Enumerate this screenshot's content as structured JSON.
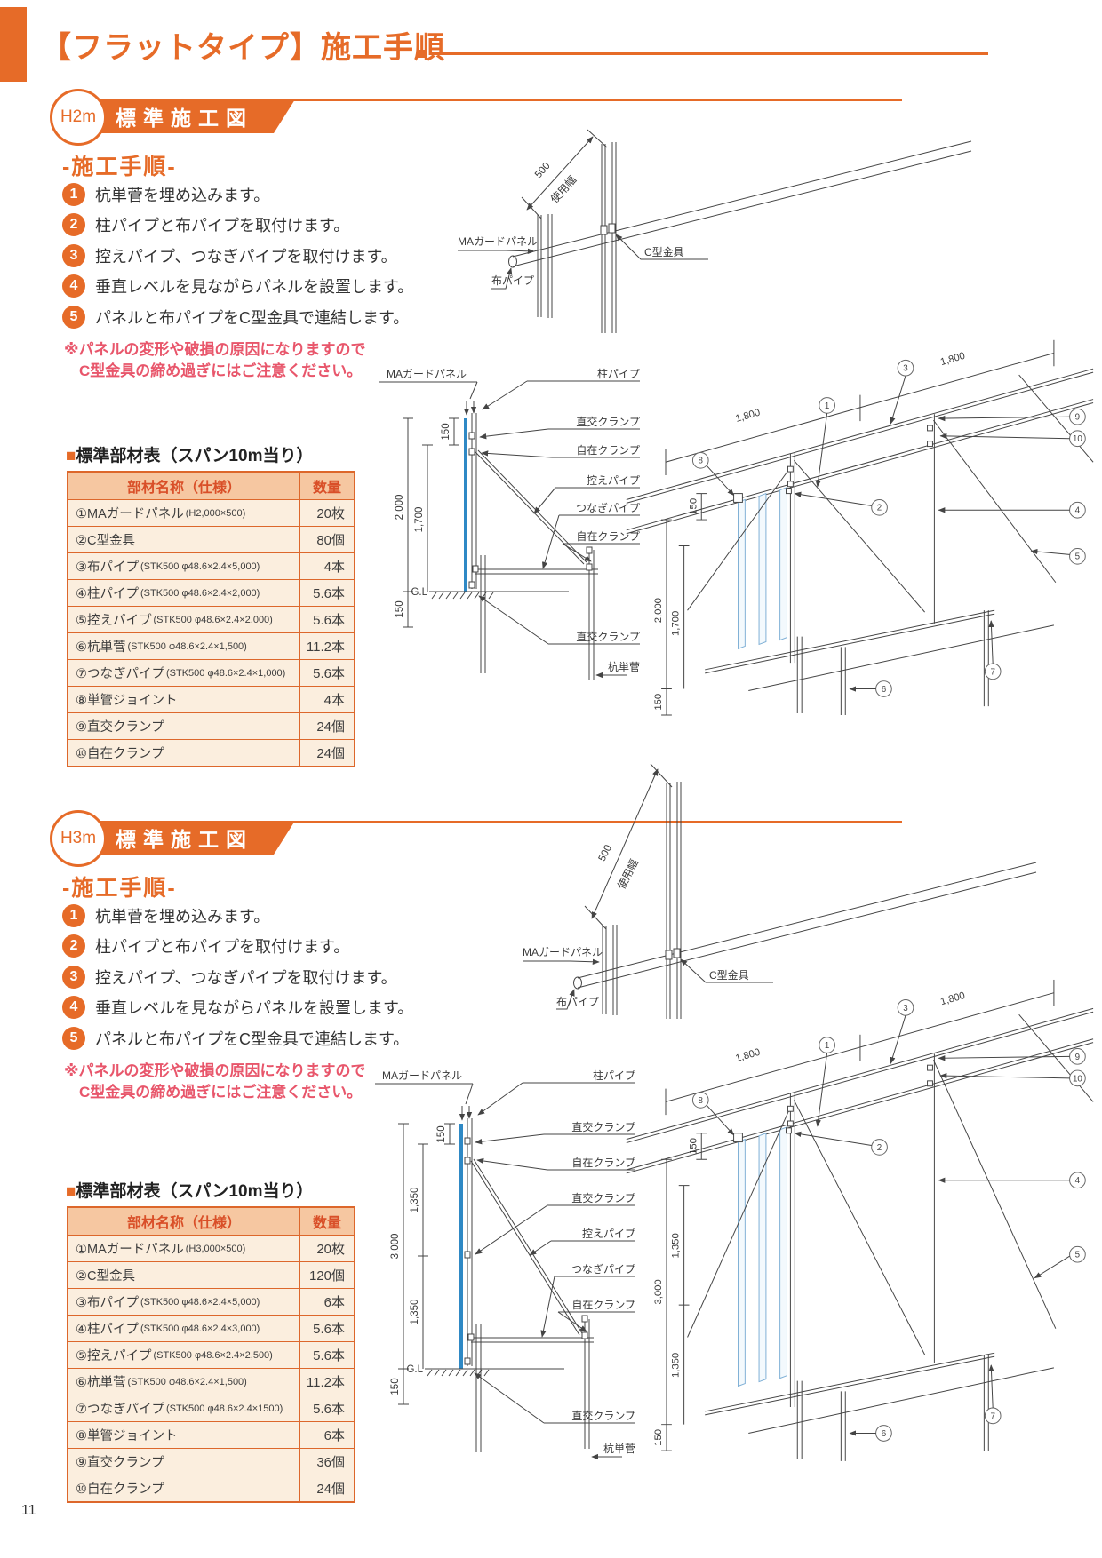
{
  "page": {
    "title": "【フラットタイプ】施工手順",
    "page_number": "11"
  },
  "colors": {
    "accent": "#E66B28",
    "warning": "#E8566B",
    "panel_blue": "#2F89C5"
  },
  "common": {
    "banner": "標準施工図",
    "steps_title": "-施工手順-",
    "steps": [
      {
        "n": "1",
        "t": "杭単菅を埋め込みます。"
      },
      {
        "n": "2",
        "t": "柱パイプと布パイプを取付けます。"
      },
      {
        "n": "3",
        "t": "控えパイプ、つなぎパイプを取付けます。"
      },
      {
        "n": "4",
        "t": "垂直レベルを見ながらパネルを設置します。"
      },
      {
        "n": "5",
        "t": "パネルと布パイプをC型金具で連結します。"
      }
    ],
    "warning1": "※パネルの変形や破損の原因になりますので",
    "warning2": "C型金具の締め過ぎにはご注意ください。",
    "table_marker": "■",
    "table_title": "標準部材表（スパン10m当り）",
    "col_name": "部材名称（仕様）",
    "col_qty": "数量"
  },
  "h2m": {
    "badge": "H2m",
    "rows": [
      {
        "name": "①MAガードパネル",
        "spec": "(H2,000×500)",
        "qty": "20枚"
      },
      {
        "name": "②C型金具",
        "spec": "",
        "qty": "80個"
      },
      {
        "name": "③布パイプ",
        "spec": "(STK500 φ48.6×2.4×5,000)",
        "qty": "4本"
      },
      {
        "name": "④柱パイプ",
        "spec": "(STK500 φ48.6×2.4×2,000)",
        "qty": "5.6本"
      },
      {
        "name": "⑤控えパイプ",
        "spec": "(STK500 φ48.6×2.4×2,000)",
        "qty": "5.6本"
      },
      {
        "name": "⑥杭単菅",
        "spec": "(STK500 φ48.6×2.4×1,500)",
        "qty": "11.2本"
      },
      {
        "name": "⑦つなぎパイプ",
        "spec": "(STK500 φ48.6×2.4×1,000)",
        "qty": "5.6本"
      },
      {
        "name": "⑧単管ジョイント",
        "spec": "",
        "qty": "4本"
      },
      {
        "name": "⑨直交クランプ",
        "spec": "",
        "qty": "24個"
      },
      {
        "name": "⑩自在クランプ",
        "spec": "",
        "qty": "24個"
      }
    ],
    "dims": {
      "total": "2,000",
      "inner": "1,700"
    }
  },
  "h3m": {
    "badge": "H3m",
    "rows": [
      {
        "name": "①MAガードパネル",
        "spec": "(H3,000×500)",
        "qty": "20枚"
      },
      {
        "name": "②C型金具",
        "spec": "",
        "qty": "120個"
      },
      {
        "name": "③布パイプ",
        "spec": "(STK500 φ48.6×2.4×5,000)",
        "qty": "6本"
      },
      {
        "name": "④柱パイプ",
        "spec": "(STK500 φ48.6×2.4×3,000)",
        "qty": "5.6本"
      },
      {
        "name": "⑤控えパイプ",
        "spec": "(STK500 φ48.6×2.4×2,500)",
        "qty": "5.6本"
      },
      {
        "name": "⑥杭単菅",
        "spec": "(STK500 φ48.6×2.4×1,500)",
        "qty": "11.2本"
      },
      {
        "name": "⑦つなぎパイプ",
        "spec": "(STK500 φ48.6×2.4×1500)",
        "qty": "5.6本"
      },
      {
        "name": "⑧単管ジョイント",
        "spec": "",
        "qty": "6本"
      },
      {
        "name": "⑨直交クランプ",
        "spec": "",
        "qty": "36個"
      },
      {
        "name": "⑩自在クランプ",
        "spec": "",
        "qty": "24個"
      }
    ],
    "dims": {
      "total": "3,000",
      "seg": "1,350"
    }
  },
  "dg": {
    "panel": "MAガードパネル",
    "nuno": "布パイプ",
    "cfit": "C型金具",
    "d500": "500",
    "use_width": "使用幅",
    "pillar": "柱パイプ",
    "chokko": "直交クランプ",
    "jizai": "自在クランプ",
    "hikae": "控えパイプ",
    "tsunagi": "つなぎパイプ",
    "kui": "杭単菅",
    "gl": "G.L",
    "d1800": "1,800",
    "d150": "150",
    "marks": [
      "1",
      "2",
      "3",
      "4",
      "5",
      "6",
      "7",
      "8",
      "9",
      "10"
    ]
  }
}
